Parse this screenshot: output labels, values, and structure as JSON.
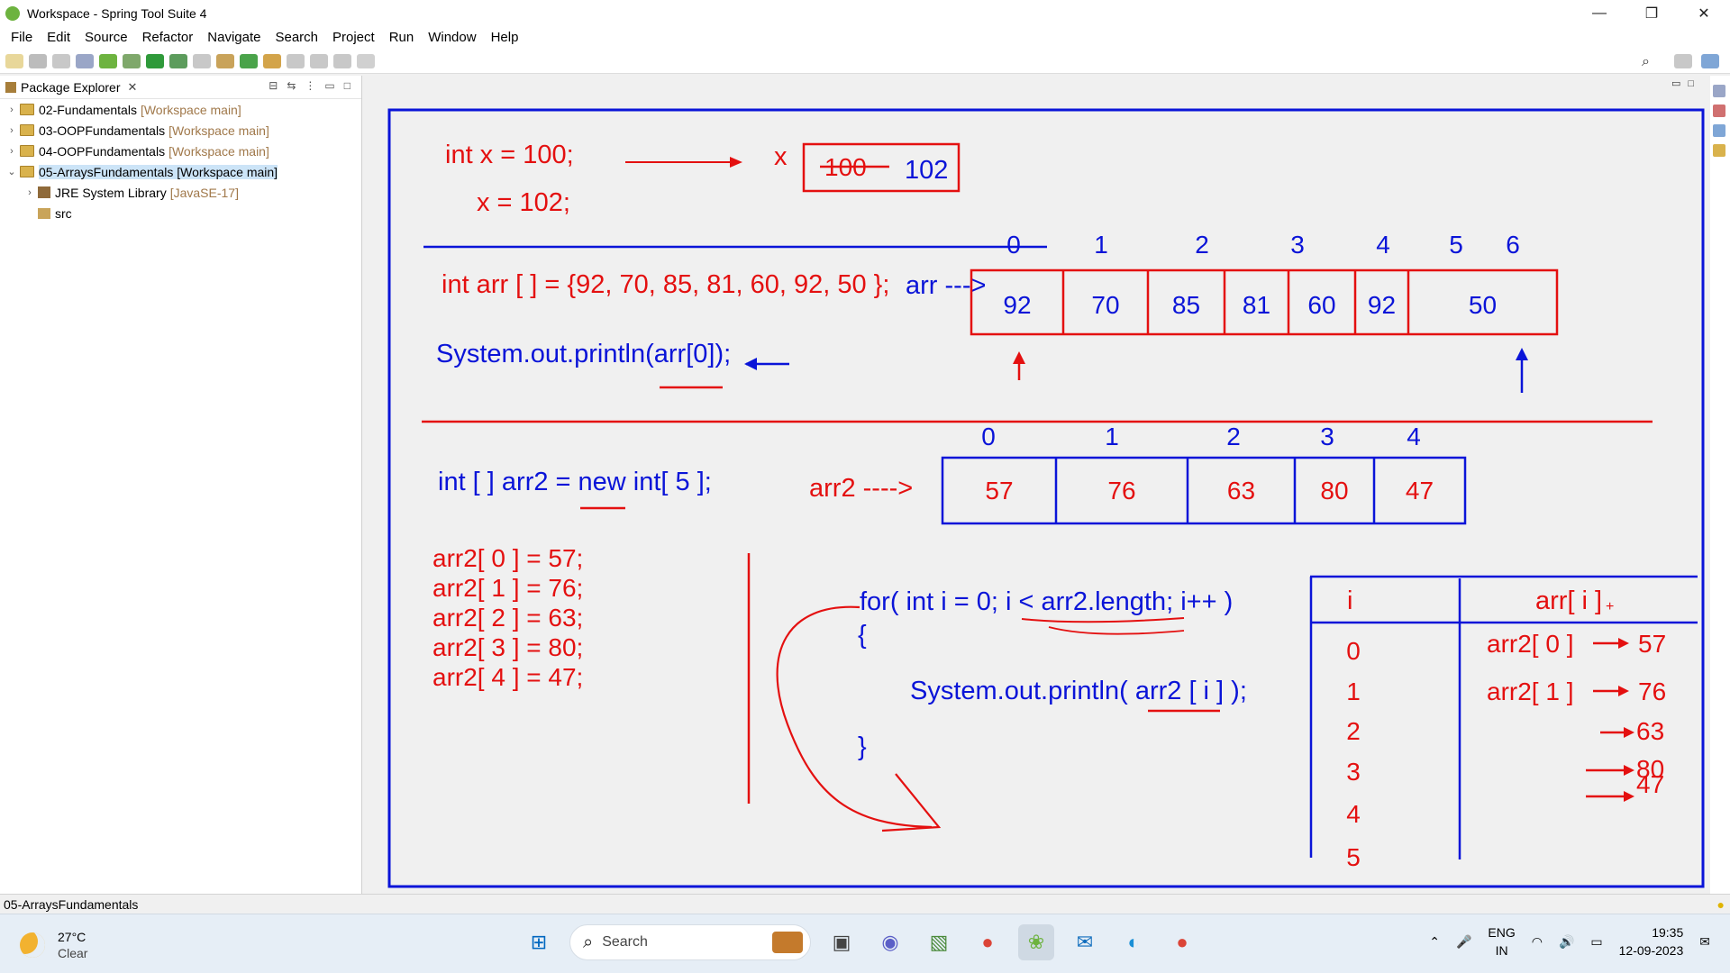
{
  "window": {
    "title": "Workspace - Spring Tool Suite 4",
    "minimize": "—",
    "restore": "❐",
    "close": "✕"
  },
  "menu": [
    "File",
    "Edit",
    "Source",
    "Refactor",
    "Navigate",
    "Search",
    "Project",
    "Run",
    "Window",
    "Help"
  ],
  "package_explorer": {
    "title": "Package Explorer",
    "close": "✕",
    "items": [
      {
        "name": "02-Fundamentals",
        "deco": "[Workspace main]",
        "chev": "›",
        "indent": 0
      },
      {
        "name": "03-OOPFundamentals",
        "deco": "[Workspace main]",
        "chev": "›",
        "indent": 0
      },
      {
        "name": "04-OOPFundamentals",
        "deco": "[Workspace main]",
        "chev": "›",
        "indent": 0
      },
      {
        "name": "05-ArraysFundamentals [Workspace main]",
        "deco": "",
        "chev": "⌄",
        "indent": 0
      },
      {
        "name": "JRE System Library",
        "deco": "[JavaSE-17]",
        "chev": "›",
        "indent": 1
      },
      {
        "name": "src",
        "deco": "",
        "chev": "",
        "indent": 1
      }
    ]
  },
  "drawing": {
    "line1": "int x = 100;",
    "line2": "x = 102;",
    "x_label": "x",
    "old_value": "100",
    "new_value": "102",
    "arr_decl": "int arr [ ] = {92, 70, 85, 81, 60, 92, 50 };",
    "arr_label": "arr --->",
    "arr_indices": [
      "0",
      "1",
      "2",
      "3",
      "4",
      "5",
      "6"
    ],
    "arr_values": [
      "92",
      "70",
      "85",
      "81",
      "60",
      "92",
      "50"
    ],
    "println1": "System.out.println(arr[0]);",
    "arr2_decl_a": "int [ ] arr2 = ",
    "arr2_decl_new": "new",
    "arr2_decl_b": " int[ 5 ];",
    "arr2_label": "arr2 ---->",
    "arr2_indices": [
      "0",
      "1",
      "2",
      "3",
      "4"
    ],
    "arr2_values": [
      "57",
      "76",
      "63",
      "80",
      "47"
    ],
    "assignments": [
      "arr2[ 0 ]  = 57;",
      "arr2[ 1 ]  = 76;",
      "arr2[ 2 ]  = 63;",
      "arr2[ 3 ]  = 80;",
      "arr2[ 4 ]  = 47;"
    ],
    "for_line": "for( int i = 0; i < arr2.length; i++ )",
    "brace_open": "{",
    "println2": "System.out.println( arr2 [ i ] );",
    "brace_close": "}",
    "table_head_i": "i",
    "table_head_arr": "arr[ i ]",
    "plus": "+",
    "i_values": [
      "0",
      "1",
      "2",
      "3",
      "4",
      "5"
    ],
    "out_rows": [
      {
        "expr": "arr2[ 0 ]",
        "val": "57"
      },
      {
        "expr": "arr2[ 1 ]",
        "val": "76"
      },
      {
        "expr": "",
        "val": "63"
      },
      {
        "expr": "",
        "val": "80"
      },
      {
        "expr": "",
        "val": "47"
      }
    ]
  },
  "status": {
    "text": "05-ArraysFundamentals"
  },
  "taskbar": {
    "temp": "27°C",
    "condition": "Clear",
    "search_placeholder": "Search",
    "lang1": "ENG",
    "lang2": "IN",
    "time": "19:35",
    "date": "12-09-2023"
  },
  "colors": {
    "red": "#e41010",
    "blue": "#0a14d8"
  }
}
